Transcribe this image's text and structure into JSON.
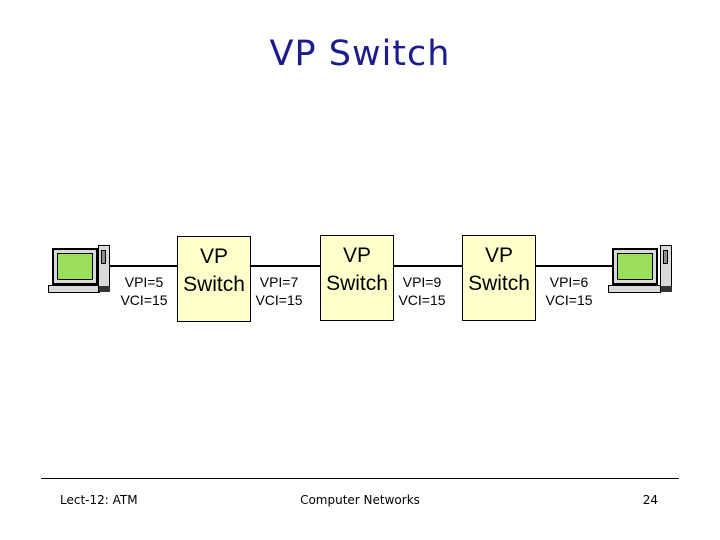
{
  "slide": {
    "title": "VP Switch",
    "footer": {
      "left": "Lect-12: ATM",
      "center": "Computer Networks",
      "page": "24"
    }
  },
  "diagram": {
    "switches": [
      {
        "line1": "VP",
        "line2": "Switch"
      },
      {
        "line1": "VP",
        "line2": "Switch"
      },
      {
        "line1": "VP",
        "line2": "Switch"
      }
    ],
    "links": [
      {
        "vpi": "VPI=5",
        "vci": "VCI=15"
      },
      {
        "vpi": "VPI=7",
        "vci": "VCI=15"
      },
      {
        "vpi": "VPI=9",
        "vci": "VCI=15"
      },
      {
        "vpi": "VPI=6",
        "vci": "VCI=15"
      }
    ],
    "endpoints": [
      {
        "icon": "workstation-icon",
        "side": "left"
      },
      {
        "icon": "workstation-icon",
        "side": "right"
      }
    ]
  },
  "colors": {
    "title": "#1c1c8c",
    "switch_box_fill": "#ffffcc",
    "screen_green": "#9ade5a",
    "chassis_gray": "#d9d9d9",
    "line": "#000000"
  }
}
